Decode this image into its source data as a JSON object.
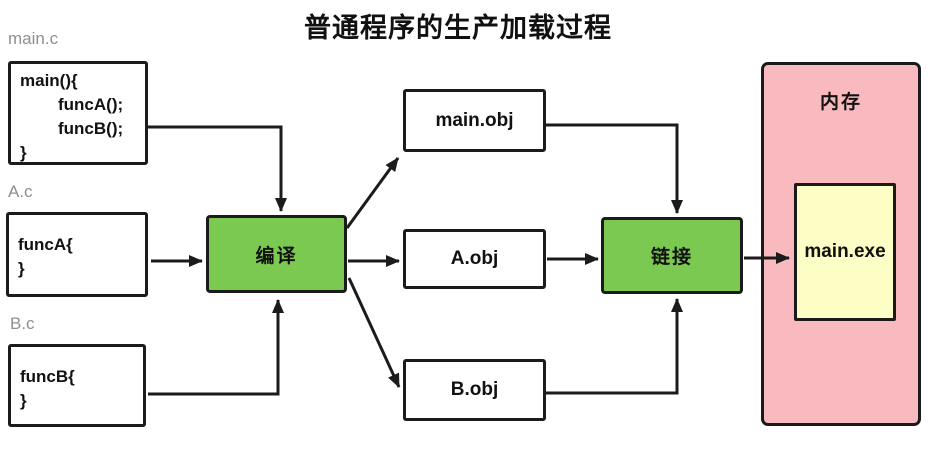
{
  "title": "普通程序的生产加载过程",
  "source_files": [
    {
      "label": "main.c",
      "lines": [
        "main(){",
        "funcA();",
        "funcB();",
        "}"
      ]
    },
    {
      "label": "A.c",
      "lines": [
        "funcA{",
        "}"
      ]
    },
    {
      "label": "B.c",
      "lines": [
        "funcB{",
        "}"
      ]
    }
  ],
  "steps": {
    "compile": "编译",
    "link": "链接"
  },
  "object_files": [
    {
      "label": "main.obj"
    },
    {
      "label": "A.obj"
    },
    {
      "label": "B.obj"
    }
  ],
  "memory": {
    "label": "内存",
    "executable": "main.exe"
  },
  "colors": {
    "process_green": "#7bc951",
    "memory_pink": "#f8babe",
    "executable_yellow": "#fdfdc6",
    "outline_black": "#1b1b1b",
    "file_label_gray": "#8f8f8f"
  }
}
